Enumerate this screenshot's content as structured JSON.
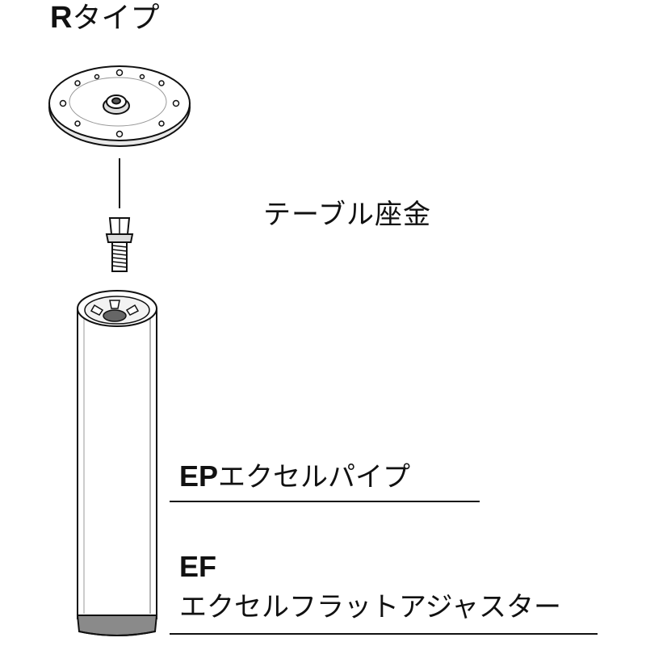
{
  "title": {
    "prefix": "R",
    "suffix": "タイプ"
  },
  "labels": {
    "table_seat": "テーブル座金",
    "pipe_code": "EP",
    "pipe_name": "エクセルパイプ",
    "adjuster_code": "EF",
    "adjuster_name": "エクセルフラットアジャスター"
  },
  "colors": {
    "line": "#111111",
    "pipe_fill": "#ffffff",
    "foot_band": "#8a8a8a"
  },
  "icons": [
    "table-seat-plate-icon",
    "bolt-icon",
    "pipe-icon",
    "adjuster-foot-icon"
  ]
}
